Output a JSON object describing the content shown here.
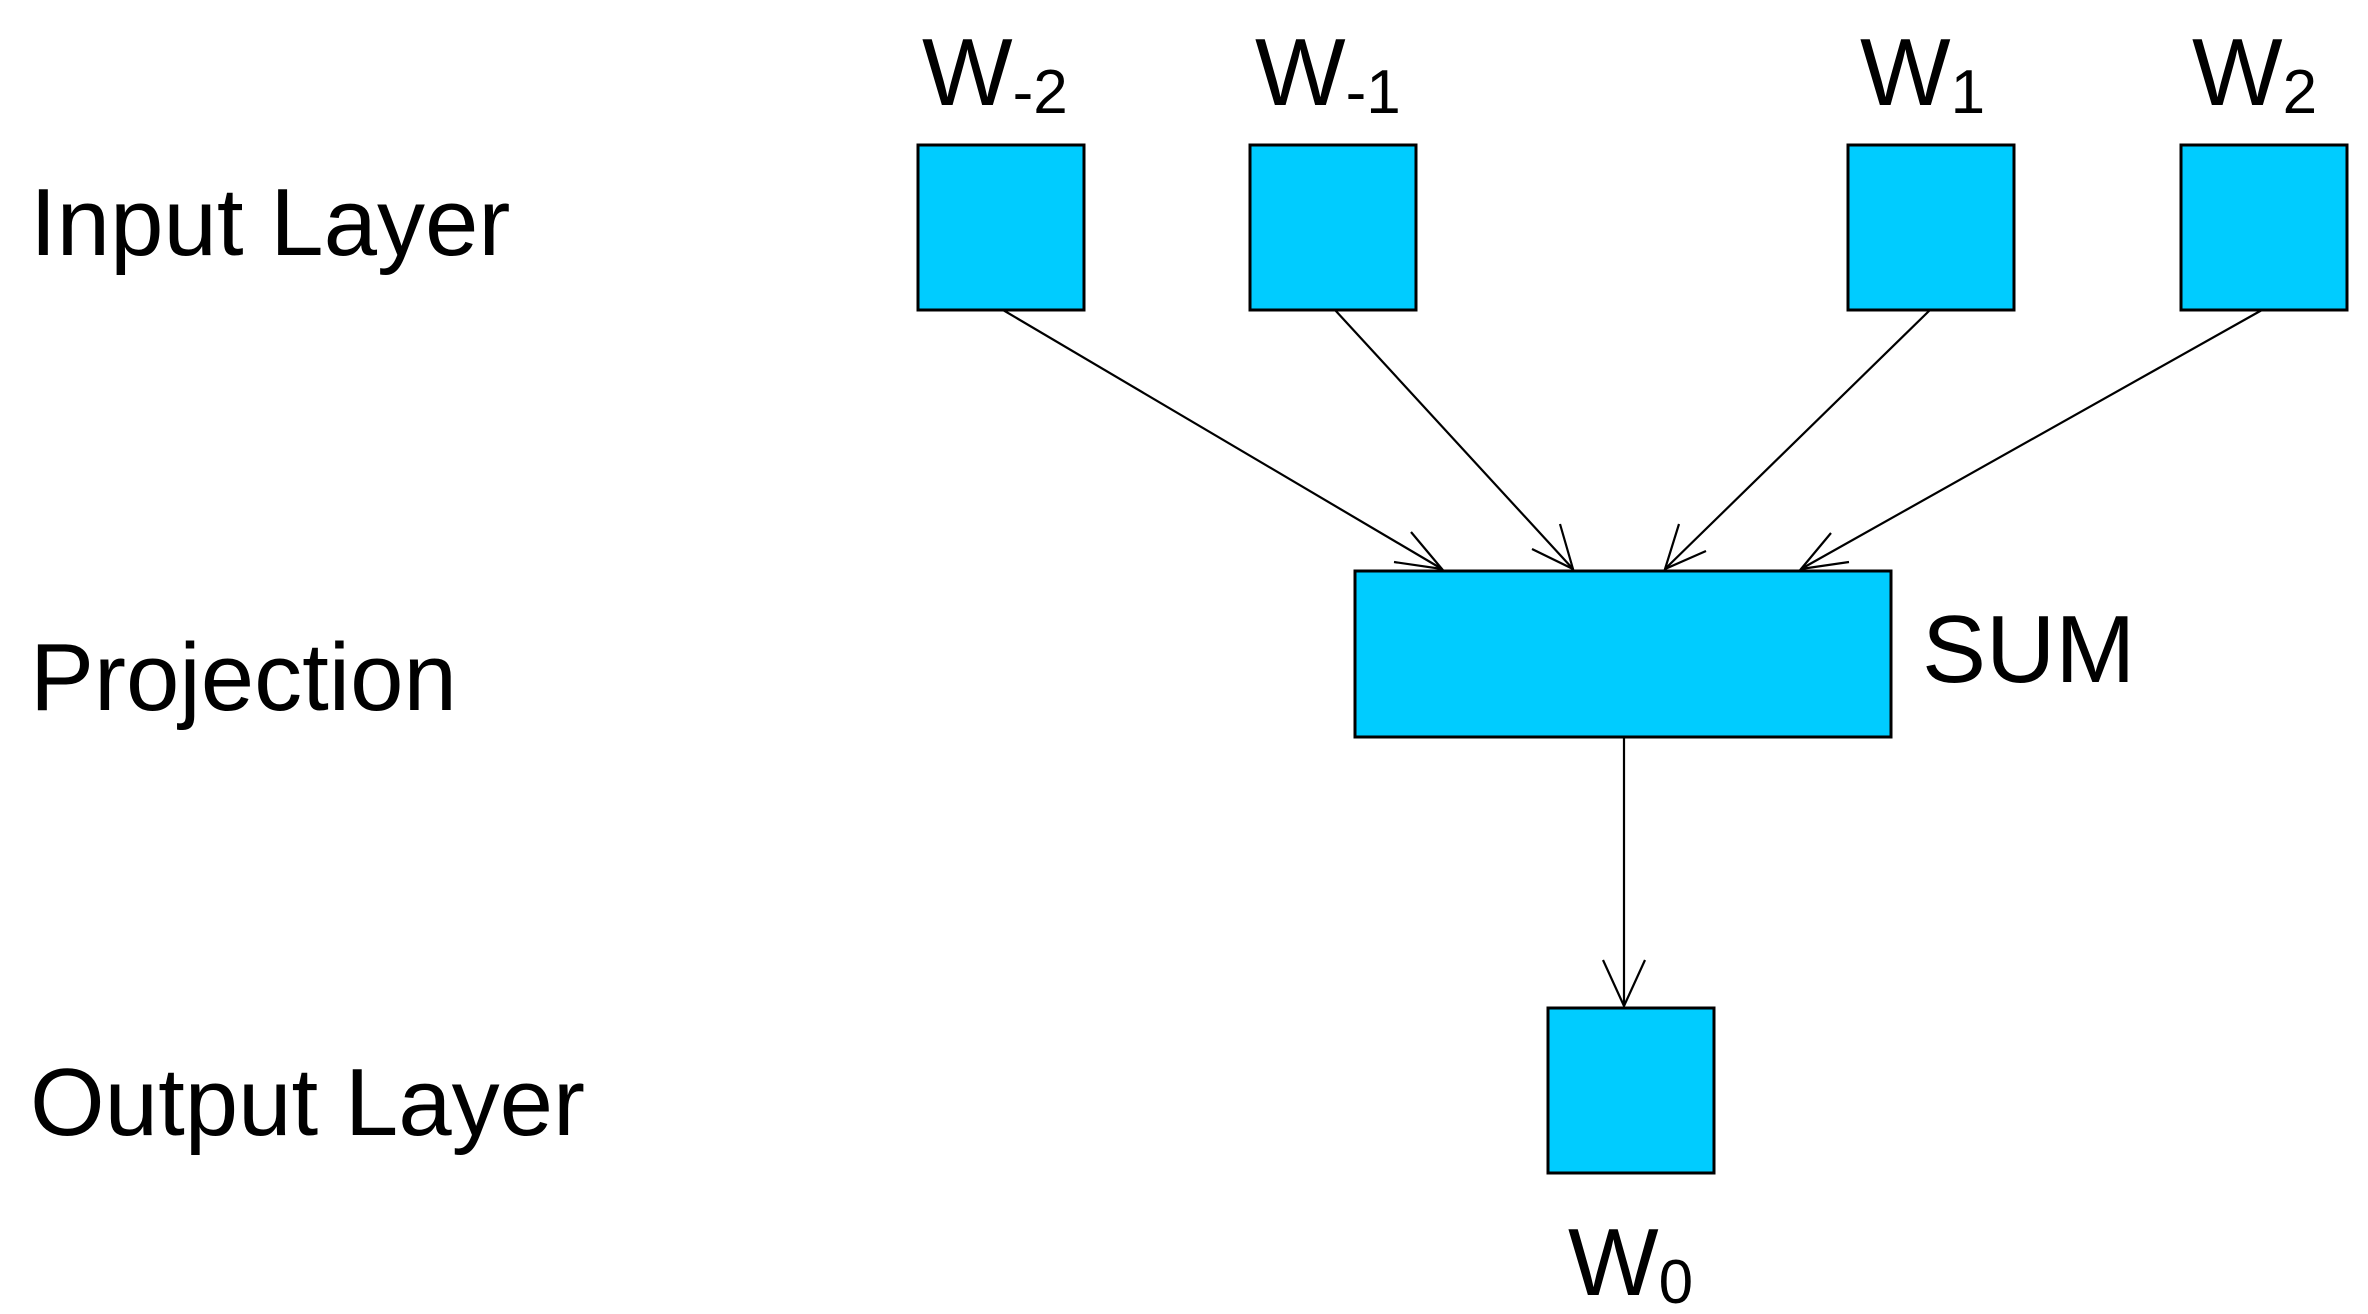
{
  "colors": {
    "node_fill": "#00CCFF",
    "node_stroke": "#000000",
    "edge": "#000000",
    "text": "#000000",
    "background": "#FFFFFF"
  },
  "layers": {
    "input": "Input Layer",
    "projection": "Projection",
    "output": "Output Layer"
  },
  "nodes": {
    "w_minus_2": {
      "main": "W",
      "sub": "-2"
    },
    "w_minus_1": {
      "main": "W",
      "sub": "-1"
    },
    "w_1": {
      "main": "W",
      "sub": "1"
    },
    "w_2": {
      "main": "W",
      "sub": "2"
    },
    "sum": {
      "label": "SUM"
    },
    "w_0": {
      "main": "W",
      "sub": "0"
    }
  }
}
